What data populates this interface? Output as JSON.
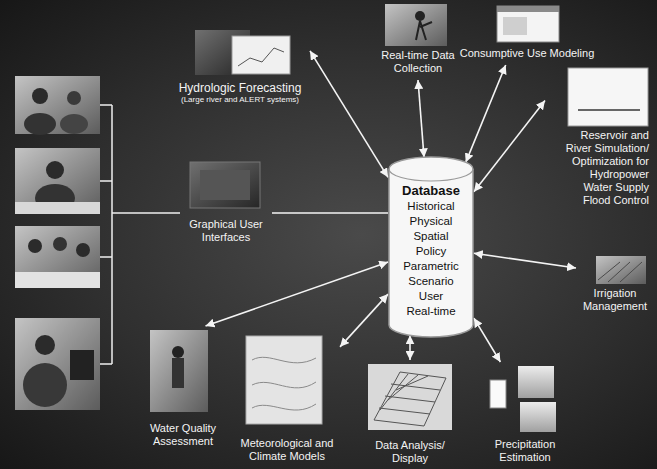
{
  "diagram": {
    "nodes": [
      {
        "text": [
          "Hydrologic Forecasting",
          "(Large river and ALERT systems)"
        ]
      },
      {
        "text": [
          "Real-time Data Collection"
        ]
      },
      {
        "text": [
          "Consumptive Use Modeling"
        ]
      },
      {
        "text": [
          "Reservoir and River Simulation/ Optimization for Hydropower Water Supply Flood Control"
        ]
      },
      {
        "text": [
          "Graphical User Interfaces"
        ]
      },
      {
        "text": [
          "Database",
          "Historical",
          "Physical",
          "Spatial",
          "Policy",
          "Parametric",
          "Scenario",
          "User",
          "Real-time"
        ]
      },
      {
        "text": [
          "Irrigation Management"
        ]
      },
      {
        "text": [
          "Water Quality Assessment"
        ]
      },
      {
        "text": [
          "Meteorological and Climate Models"
        ]
      },
      {
        "text": [
          "Data Analysis/ Display"
        ]
      },
      {
        "text": [
          "Precipitation Estimation"
        ]
      }
    ],
    "edges": [
      {
        "from": 0,
        "to": 5,
        "arrow": "both"
      },
      {
        "from": 1,
        "to": 5,
        "arrow": "both"
      },
      {
        "from": 2,
        "to": 5,
        "arrow": "both"
      },
      {
        "from": 3,
        "to": 5,
        "arrow": "both"
      },
      {
        "from": 4,
        "to": 5,
        "arrow": "none"
      },
      {
        "from": 6,
        "to": 5,
        "arrow": "both"
      },
      {
        "from": 7,
        "to": 5,
        "arrow": "both"
      },
      {
        "from": 8,
        "to": 5,
        "arrow": "both"
      },
      {
        "from": 9,
        "to": 5,
        "arrow": "both"
      },
      {
        "from": 10,
        "to": 5,
        "arrow": "both"
      }
    ]
  }
}
